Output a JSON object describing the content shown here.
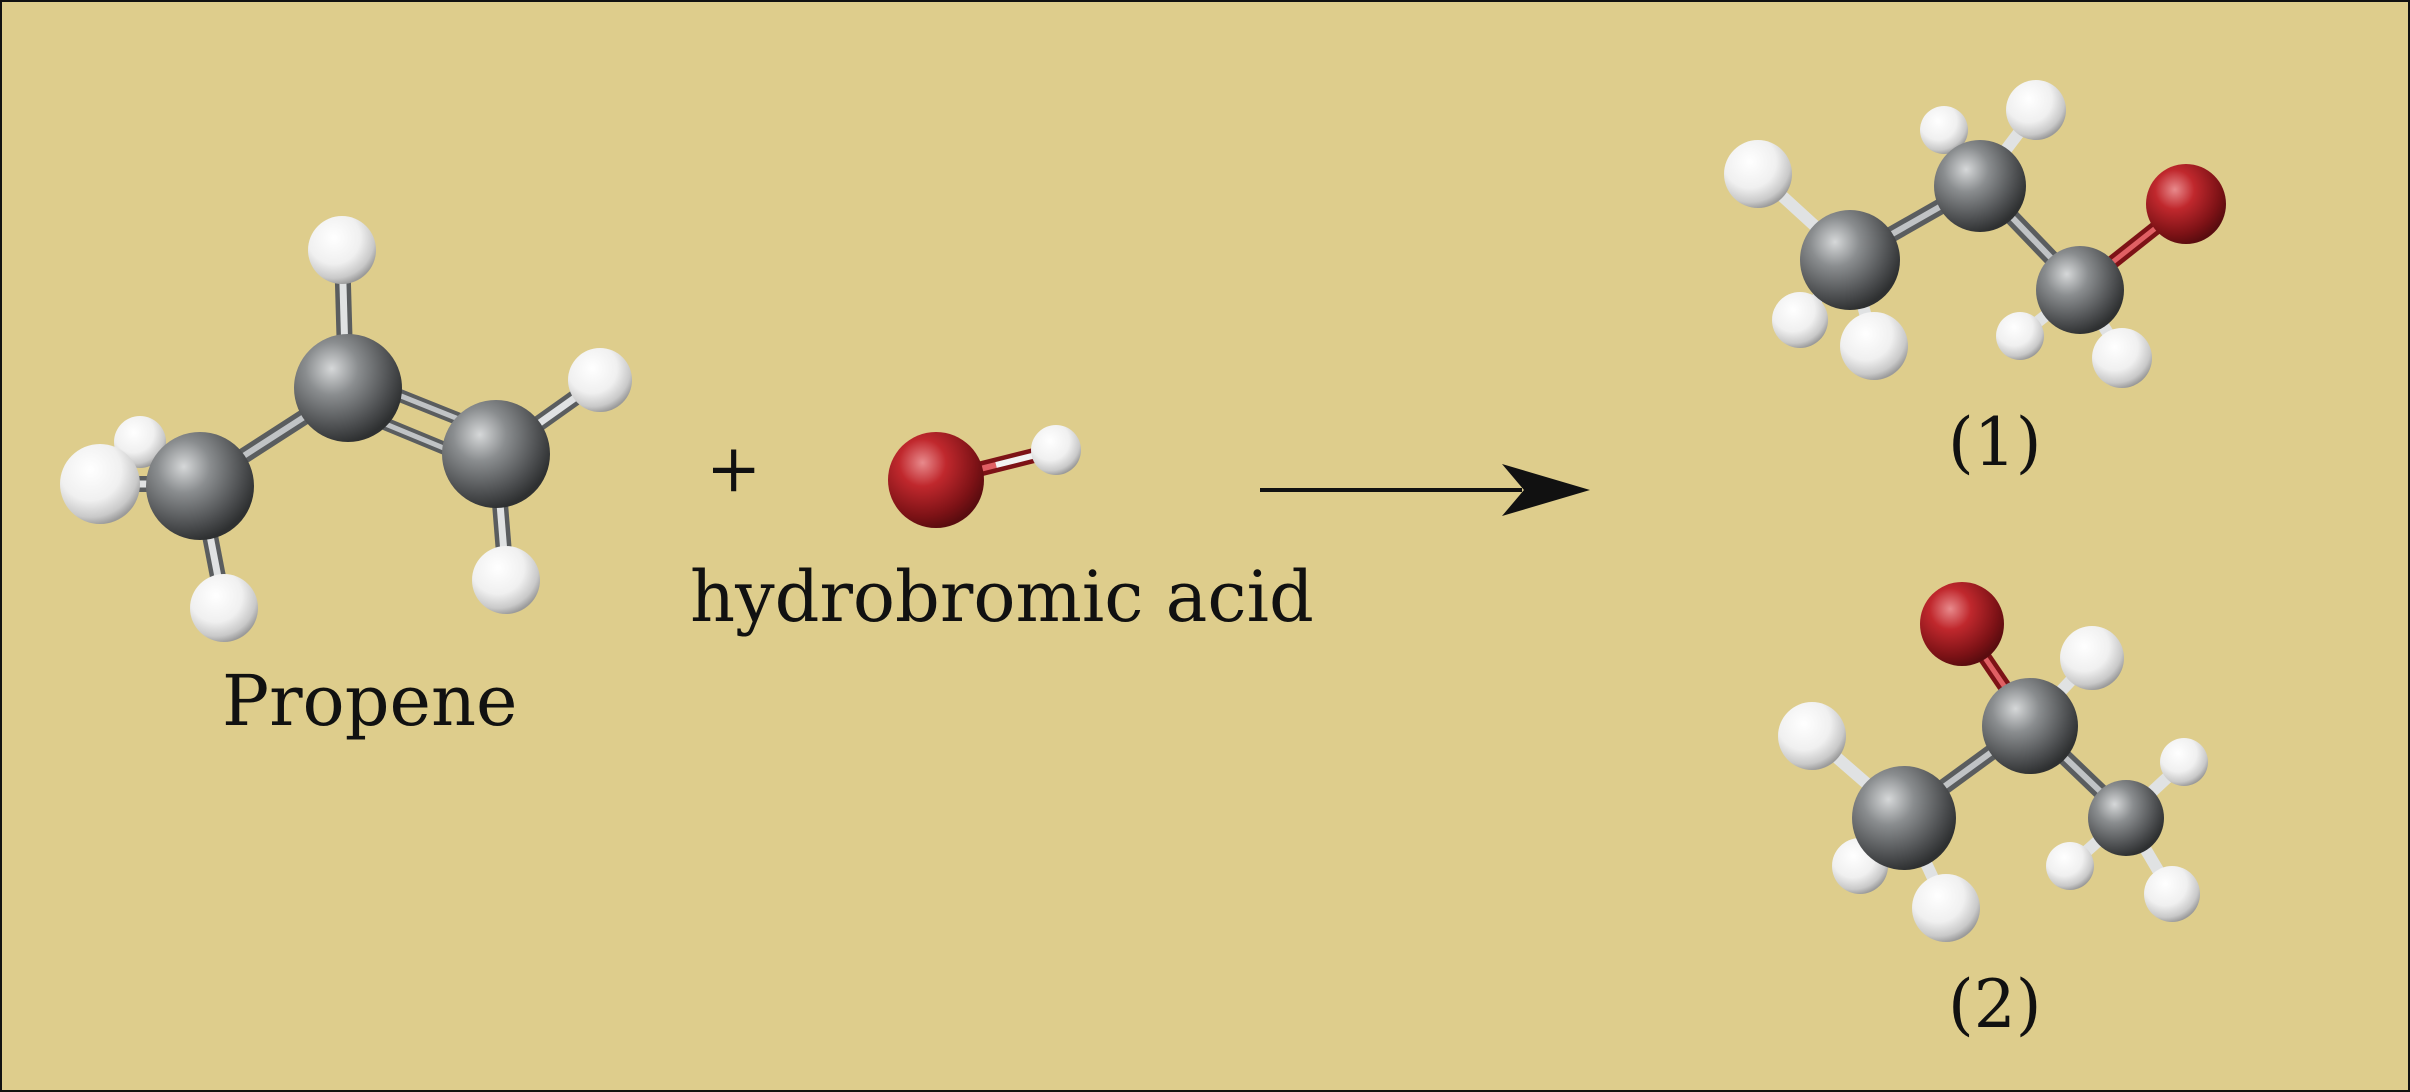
{
  "reactants": {
    "propene_label": "Propene",
    "plus_sign": "+",
    "acid_label": "hydrobromic acid"
  },
  "products": {
    "product_1_label": "(1)",
    "product_2_label": "(2)"
  },
  "colors": {
    "background": "#decd8c",
    "carbon": "#6b6e70",
    "hydrogen": "#f2f2f2",
    "bromine": "#b11e22",
    "bond": "#b8bcbe",
    "arrow": "#111111"
  },
  "atom_types": [
    "carbon",
    "hydrogen",
    "bromine"
  ]
}
